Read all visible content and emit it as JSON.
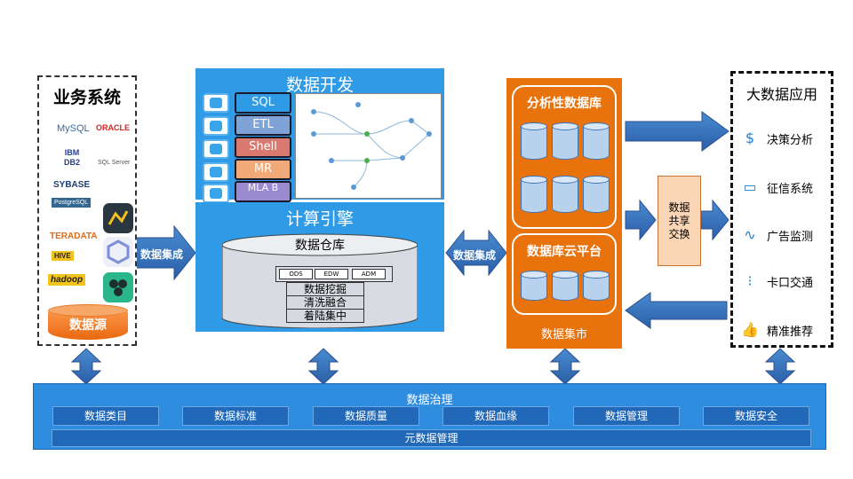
{
  "business": {
    "title": "业务系统",
    "logos": [
      "MySQL",
      "ORACLE",
      "IBM DB2",
      "SQL Server",
      "SYBASE",
      "PostgreSQL",
      "TERADATA",
      "HIVE",
      "hadoop"
    ],
    "datasource": "数据源"
  },
  "integration_left": "数据集成",
  "dev": {
    "title": "数据开发",
    "tools": [
      {
        "label": "SQL",
        "color": "#2f9ae6"
      },
      {
        "label": "ETL",
        "color": "#7fa3d6"
      },
      {
        "label": "Shell",
        "color": "#d9796f"
      },
      {
        "label": "MR",
        "color": "#f2a97a"
      },
      {
        "label": "MLA B",
        "color": "#9a8ad0"
      }
    ]
  },
  "engine": {
    "title": "计算引擎",
    "warehouse": "数据仓库",
    "layers": [
      "ODS",
      "EDW",
      "ADM"
    ],
    "steps": [
      "数据挖掘",
      "清洗融合",
      "着陆集中"
    ]
  },
  "integration_right": "数据集成",
  "mart": {
    "analytic": "分析性数据库",
    "cloud": "数据库云平台",
    "label": "数据集市"
  },
  "share": [
    "数据",
    "共享",
    "交换"
  ],
  "apps": {
    "title": "大数据应用",
    "items": [
      {
        "label": "决策分析",
        "icon": "money-bag-icon"
      },
      {
        "label": "征信系统",
        "icon": "credit-card-icon"
      },
      {
        "label": "广告监测",
        "icon": "pulse-monitor-icon"
      },
      {
        "label": "卡口交通",
        "icon": "traffic-light-icon"
      },
      {
        "label": "精准推荐",
        "icon": "thumbs-up-icon"
      }
    ]
  },
  "governance": {
    "title": "数据治理",
    "items": [
      "数据类目",
      "数据标准",
      "数据质量",
      "数据血缘",
      "数据管理",
      "数据安全"
    ],
    "meta": "元数据管理"
  },
  "colors": {
    "blue": "#2f9ae6",
    "orange": "#e8720c",
    "arrow": "#2f6fb5"
  }
}
